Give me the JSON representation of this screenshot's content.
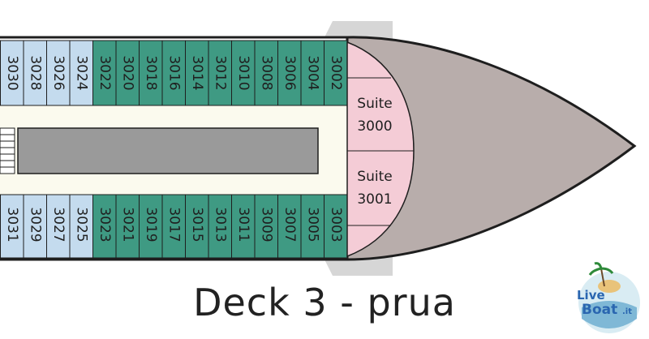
{
  "title": "Deck 3 - prua",
  "logo": {
    "text_live": "Live",
    "text_boat": "Boat",
    "text_tld": ".it"
  },
  "cabins_top": [
    {
      "label": "3002",
      "type": "green"
    },
    {
      "label": "3004",
      "type": "green"
    },
    {
      "label": "3006",
      "type": "green"
    },
    {
      "label": "3008",
      "type": "green"
    },
    {
      "label": "3010",
      "type": "green"
    },
    {
      "label": "3012",
      "type": "green"
    },
    {
      "label": "3014",
      "type": "green"
    },
    {
      "label": "3016",
      "type": "green"
    },
    {
      "label": "3018",
      "type": "green"
    },
    {
      "label": "3020",
      "type": "green"
    },
    {
      "label": "3022",
      "type": "green"
    },
    {
      "label": "3024",
      "type": "blue"
    },
    {
      "label": "3026",
      "type": "blue"
    },
    {
      "label": "3028",
      "type": "blue"
    },
    {
      "label": "3030",
      "type": "blue"
    }
  ],
  "cabins_bottom": [
    {
      "label": "3003",
      "type": "green"
    },
    {
      "label": "3005",
      "type": "green"
    },
    {
      "label": "3007",
      "type": "green"
    },
    {
      "label": "3009",
      "type": "green"
    },
    {
      "label": "3011",
      "type": "green"
    },
    {
      "label": "3013",
      "type": "green"
    },
    {
      "label": "3015",
      "type": "green"
    },
    {
      "label": "3017",
      "type": "green"
    },
    {
      "label": "3019",
      "type": "green"
    },
    {
      "label": "3021",
      "type": "green"
    },
    {
      "label": "3023",
      "type": "green"
    },
    {
      "label": "3025",
      "type": "blue"
    },
    {
      "label": "3027",
      "type": "blue"
    },
    {
      "label": "3029",
      "type": "blue"
    },
    {
      "label": "3031",
      "type": "blue"
    }
  ],
  "suites": [
    {
      "line1": "Suite",
      "line2": "3000"
    },
    {
      "line1": "Suite",
      "line2": "3001"
    }
  ],
  "colors": {
    "green_cabin": "#3f9a83",
    "blue_cabin": "#c4dbee",
    "suite": "#f4ccd6",
    "hull": "#b8adab",
    "corridor": "#fbfaee",
    "center_block": "#9a9a9a",
    "tender": "#d6d6d6",
    "outline": "#1e1e1e"
  }
}
